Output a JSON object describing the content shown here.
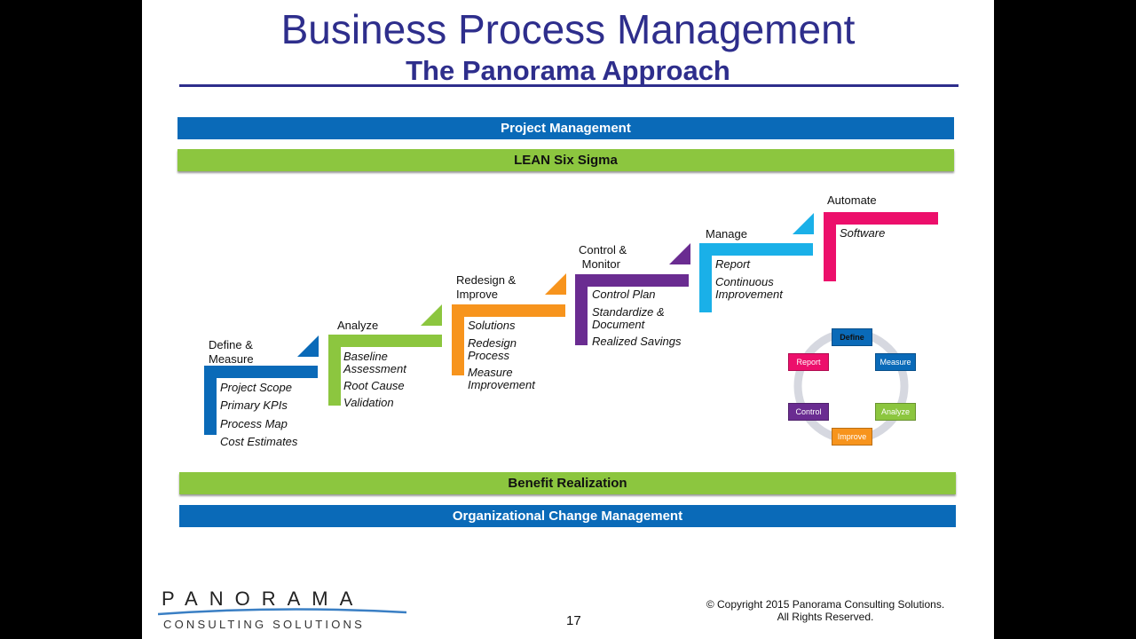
{
  "header": {
    "title": "Business Process Management",
    "subtitle": "The Panorama Approach"
  },
  "bands": {
    "project_management": "Project Management",
    "lean_six_sigma": "LEAN Six Sigma",
    "benefit_realization": "Benefit Realization",
    "ocm": "Organizational Change Management"
  },
  "steps": [
    {
      "label": "Define &\nMeasure",
      "color": "#0a6ab8",
      "items": [
        "Project Scope",
        "Primary KPIs",
        "Process Map",
        "Cost Estimates"
      ]
    },
    {
      "label": "Analyze",
      "color": "#8cc63f",
      "items": [
        "Baseline Assessment",
        "Root Cause",
        "Validation"
      ]
    },
    {
      "label": "Redesign &\nImprove",
      "color": "#f7941d",
      "items": [
        "Solutions",
        "Redesign Process",
        "Measure Improvement"
      ]
    },
    {
      "label": "Control &\nMonitor",
      "color": "#6a2c91",
      "items": [
        "Control Plan",
        "Standardize & Document",
        "Realized Savings"
      ]
    },
    {
      "label": "Manage",
      "color": "#1ab0e8",
      "items": [
        "Report",
        "Continuous Improvement"
      ]
    },
    {
      "label": "Automate",
      "color": "#ec0f6b",
      "items": [
        "Software"
      ]
    }
  ],
  "cycle": {
    "define": "Define",
    "measure": "Measure",
    "analyze": "Analyze",
    "improve": "Improve",
    "control": "Control",
    "report": "Report"
  },
  "footer": {
    "logo_word": "PANORAMA",
    "logo_sub": "CONSULTING SOLUTIONS",
    "page_number": "17",
    "copyright": "© Copyright 2015 Panorama Consulting Solutions.",
    "rights": "All Rights Reserved."
  }
}
